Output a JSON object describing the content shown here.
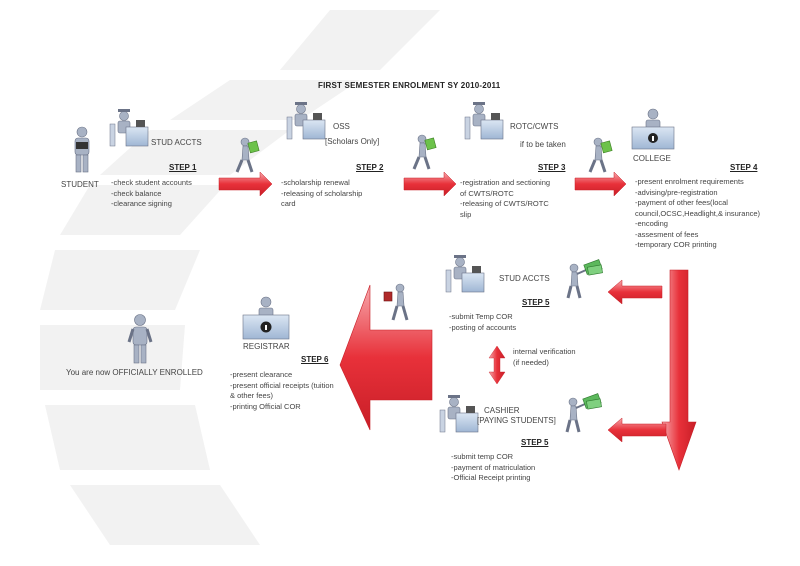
{
  "title": "FIRST SEMESTER ENROLMENT SY 2010-2011",
  "student_label": "STUDENT",
  "nodes": {
    "stud_accts": "STUD ACCTS",
    "oss": "OSS",
    "oss_sub": "[Scholars Only]",
    "rotc": "ROTC/CWTS",
    "rotc_sub": "if to be taken",
    "college": "COLLEGE",
    "stud_accts_2": "STUD ACCTS",
    "cashier": "CASHIER",
    "cashier_sub": "[PAYING STUDENTS]",
    "registrar": "REGISTRAR"
  },
  "steps": {
    "step1": {
      "label": "STEP 1",
      "items": [
        "-check student accounts",
        "-check balance",
        "-clearance signing"
      ]
    },
    "step2": {
      "label": "STEP 2",
      "items": [
        "-scholarship renewal",
        "-releasing of scholarship",
        "card"
      ]
    },
    "step3": {
      "label": "STEP 3",
      "items": [
        "-registration and sectioning",
        "of CWTS/ROTC",
        "-releasing of CWTS/ROTC",
        "slip"
      ]
    },
    "step4": {
      "label": "STEP 4",
      "items": [
        "-present enrolment requirements",
        "-advising/pre-registration",
        "-payment of other fees(local",
        "council,OCSC,Headlight,& insurance)",
        "-encoding",
        "-assesment of fees",
        "-temporary COR printing"
      ]
    },
    "step5a": {
      "label": "STEP 5",
      "items": [
        "-submit Temp COR",
        "-posting of accounts"
      ]
    },
    "step5b": {
      "label": "STEP 5",
      "items": [
        "-submit temp COR",
        "-payment of matriculation",
        "-Official Receipt printing"
      ]
    },
    "step6": {
      "label": "STEP 6",
      "items": [
        "-present clearance",
        "-present official receipts (tuition",
        "& other fees)",
        "-printing Official COR"
      ]
    }
  },
  "verification": [
    "internal verification",
    "(if needed)"
  ],
  "enrolled": "You are now OFFICIALLY ENROLLED",
  "colors": {
    "arrow_red": "#e8313a",
    "arrow_light": "#f7b3b6",
    "desk_blue": "#b9cbe3",
    "person_gray": "#9aa3b5",
    "money_green": "#5cb85c"
  }
}
